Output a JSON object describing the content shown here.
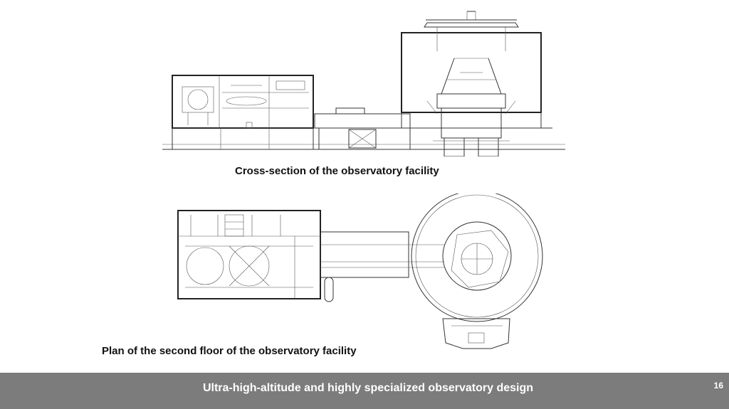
{
  "section_drawing": {
    "caption": "Cross-section of the observatory facility"
  },
  "plan_drawing": {
    "caption": "Plan of the second floor of the observatory facility"
  },
  "footer": {
    "title": "Ultra-high-altitude and highly specialized observatory design",
    "page_number": "16",
    "background": "#7c7c7c"
  }
}
